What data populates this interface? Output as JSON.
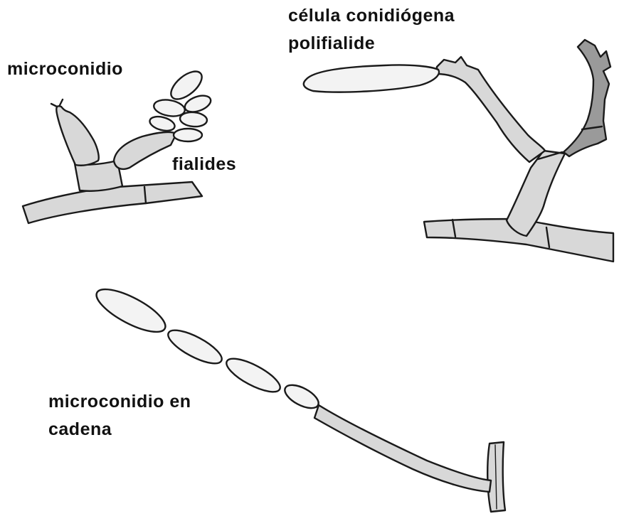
{
  "labels": {
    "microconidio": "microconidio",
    "fialides": "fialides",
    "celula_line1": "célula conidiógena",
    "celula_line2": "polifialide",
    "chain_line1": "microconidio en",
    "chain_line2": "cadena"
  },
  "colors": {
    "stroke": "#1a1a1a",
    "cell_fill": "#d8d8d8",
    "spore_fill": "#f3f3f3",
    "dark_fill": "#9a9a9a"
  }
}
